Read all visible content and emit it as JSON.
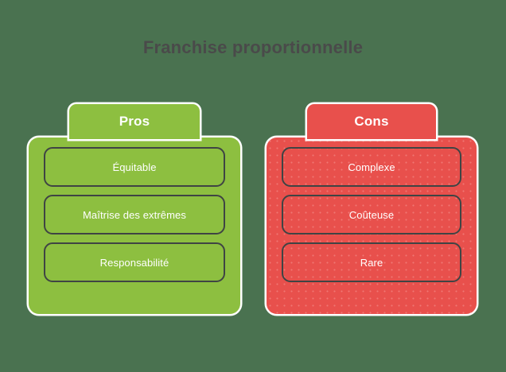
{
  "title": "Franchise proportionnelle",
  "columns": [
    {
      "key": "pros",
      "header": "Pros",
      "accent": "#8dbf40",
      "items": [
        {
          "label": "Équitable"
        },
        {
          "label": "Maîtrise des extrêmes"
        },
        {
          "label": "Responsabilité"
        }
      ]
    },
    {
      "key": "cons",
      "header": "Cons",
      "accent": "#e8504c",
      "items": [
        {
          "label": "Complexe"
        },
        {
          "label": "Coûteuse"
        },
        {
          "label": "Rare"
        }
      ]
    }
  ],
  "theme": {
    "background": "#4a7250",
    "title_color": "#4a4a4a",
    "item_border": "#3f4444",
    "item_text": "#ffffff",
    "outline": "#ffffff"
  }
}
